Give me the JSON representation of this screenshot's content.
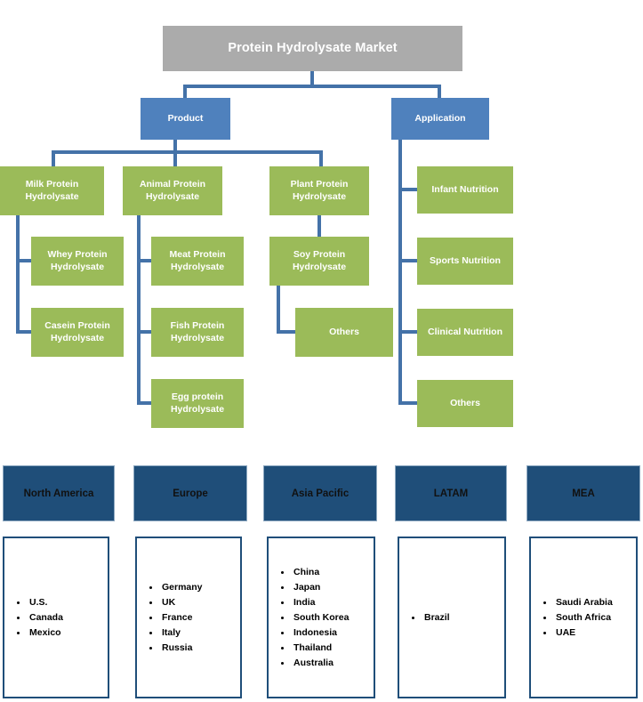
{
  "diagram": {
    "title": "Protein Hydrolysate Market",
    "root": {
      "label": "Protein Hydrolysate Market",
      "color": "#ABABAB"
    },
    "categories": [
      {
        "label": "Product",
        "color": "#4F81BD"
      },
      {
        "label": "Application",
        "color": "#4F81BD"
      }
    ],
    "product_branches": [
      {
        "label": "Milk Protein Hydrolysate",
        "children": [
          "Whey Protein Hydrolysate",
          "Casein Protein Hydrolysate"
        ]
      },
      {
        "label": "Animal Protein Hydrolysate",
        "children": [
          "Meat Protein Hydrolysate",
          "Fish Protein Hydrolysate",
          "Egg protein Hydrolysate"
        ]
      },
      {
        "label": "Plant Protein Hydrolysate",
        "children": [
          "Soy Protein Hydrolysate",
          "Others"
        ]
      }
    ],
    "nodes": {
      "milk_protein": "Milk Protein Hydrolysate",
      "whey_protein": "Whey Protein Hydrolysate",
      "casein_protein": "Casein Protein Hydrolysate",
      "animal_protein": "Animal Protein Hydrolysate",
      "meat_protein": "Meat Protein Hydrolysate",
      "fish_protein": "Fish Protein Hydrolysate",
      "egg_protein": "Egg protein Hydrolysate",
      "plant_protein": "Plant Protein Hydrolysate",
      "soy_protein": "Soy Protein Hydrolysate",
      "plant_others": "Others",
      "infant_nutrition": "Infant Nutrition",
      "sports_nutrition": "Sports Nutrition",
      "clinical_nutrition": "Clinical Nutrition",
      "application_others": "Others"
    },
    "applications": [
      "Infant Nutrition",
      "Sports Nutrition",
      "Clinical Nutrition",
      "Others"
    ],
    "leaf_color": "#9BBB59",
    "connector_color": "#4472A8"
  },
  "regions": {
    "header_color": "#1F4E79",
    "border_color": "#1F4E79",
    "items": [
      {
        "name": "North America",
        "countries": [
          "U.S.",
          "Canada",
          "Mexico"
        ]
      },
      {
        "name": "Europe",
        "countries": [
          "Germany",
          "UK",
          "France",
          "Italy",
          "Russia"
        ]
      },
      {
        "name": "Asia Pacific",
        "countries": [
          "China",
          "Japan",
          "India",
          "South Korea",
          "Indonesia",
          "Thailand",
          "Australia"
        ]
      },
      {
        "name": "LATAM",
        "countries": [
          "Brazil"
        ]
      },
      {
        "name": "MEA",
        "countries": [
          "Saudi Arabia",
          "South Africa",
          "UAE"
        ]
      }
    ]
  }
}
